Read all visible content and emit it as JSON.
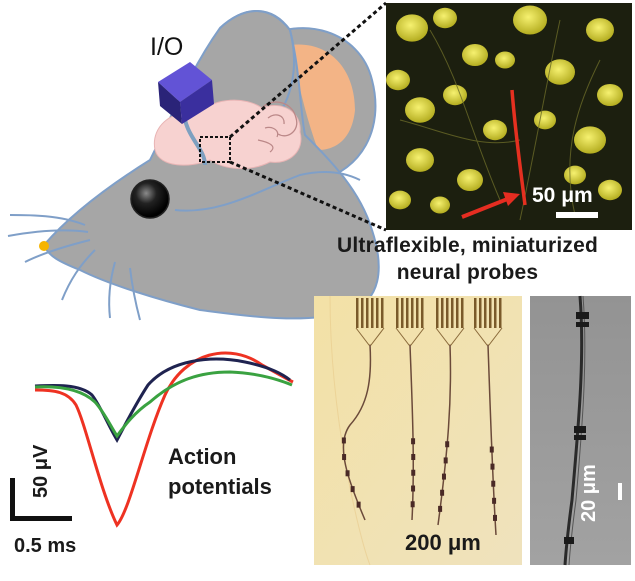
{
  "labels": {
    "io": "I/O",
    "micrograph_scale": "50 μm",
    "caption": [
      "Ultraflexible, miniaturized",
      "neural probes"
    ],
    "action_title": [
      "Action",
      "potentials"
    ],
    "voltage_scale": "50 μV",
    "time_scale": "0.5 ms",
    "array_scale": "200 μm",
    "probe_scale": "20 μm"
  },
  "colors": {
    "mouse": "#a6a6a6",
    "mouse_outline": "#7f9fc8",
    "brain": "#f7d2d0",
    "ear_inner": "#f3b486",
    "io_box": "#3a2f9e",
    "neurons": "#e7e04a",
    "micrograph_bg": "#1c1f0f",
    "probe_red": "#e53020",
    "arrow": "#e52d21",
    "array_bg": "#f2e3b0",
    "probe_bg": "#8e8e8e",
    "trace_red": "#ee3222",
    "trace_navy": "#1f2350",
    "trace_green": "#3aa241"
  }
}
